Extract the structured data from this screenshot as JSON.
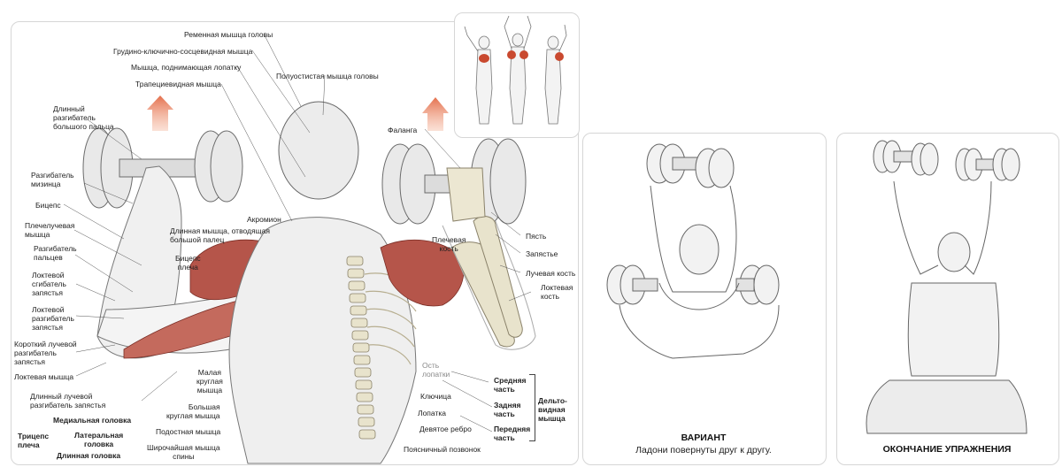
{
  "labels": {
    "remennaya": "Ременная мышца головы",
    "grudino": "Грудино-ключично-сосцевидная мышца",
    "lopatka_podn": "Мышца, поднимающая лопатку",
    "trapec": "Трапециевидная мышца",
    "polu": "Полуостистая мышца головы",
    "dlin_razg1": "Длинный",
    "dlin_razg2": "разгибатель",
    "dlin_razg3": "большого пальца",
    "razg_miz1": "Разгибатель",
    "razg_miz2": "мизинца",
    "biceps": "Бицепс",
    "plecheluch1": "Плечелучевая",
    "plecheluch2": "мышца",
    "razg_palc1": "Разгибатель",
    "razg_palc2": "пальцев",
    "lokt_sgib1": "Локтевой",
    "lokt_sgib2": "сгибатель",
    "lokt_sgib3": "запястья",
    "lokt_razg1": "Локтевой",
    "lokt_razg2": "разгибатель",
    "lokt_razg3": "запястья",
    "korot1": "Короткий лучевой",
    "korot2": "разгибатель",
    "korot3": "запястья",
    "loktevaya_m": "Локтевая мышца",
    "dlin_luch1": "Длинный лучевой",
    "dlin_luch2": "разгибатель запястья",
    "med_gol": "Медиальная головка",
    "lat_gol1": "Латеральная",
    "lat_gol2": "головка",
    "dlin_gol": "Длинная головка",
    "triceps1": "Трицепс",
    "triceps2": "плеча",
    "dlin_otv1": "Длинная мышца, отводящая",
    "dlin_otv2": "большой палец",
    "biceps_pl1": "Бицепс",
    "biceps_pl2": "плеча",
    "akromion": "Акромион",
    "malaya1": "Малая",
    "malaya2": "круглая",
    "malaya3": "мышца",
    "bolsh1": "Большая",
    "bolsh2": "круглая мышца",
    "podost": "Подостная мышца",
    "shirok1": "Широчайшая мышца",
    "shirok2": "спины",
    "falanga": "Фаланга",
    "plech_kost1": "Плечевая",
    "plech_kost2": "кость",
    "pyast": "Пясть",
    "zapyast": "Запястье",
    "luch_kost": "Лучевая кость",
    "lokt_kost1": "Локтевая",
    "lokt_kost2": "кость",
    "os_lop1": "Ость",
    "os_lop2": "лопатки",
    "klyuch": "Ключица",
    "lopatka": "Лопатка",
    "devyat": "Девятое ребро",
    "poyasn": "Поясничный позвонок",
    "sred1": "Средняя",
    "sred2": "часть",
    "zad1": "Задняя",
    "zad2": "часть",
    "per1": "Передняя",
    "per2": "часть",
    "delt1": "Дельто-",
    "delt2": "видная",
    "delt3": "мышца"
  },
  "variant": {
    "title": "ВАРИАНТ",
    "subtitle": "Ладони повернуты друг к другу."
  },
  "finish": {
    "title": "ОКОНЧАНИЕ УПРАЖНЕНИЯ"
  },
  "colors": {
    "muscle_red": "#b5554a",
    "arrow": "#e47b5a",
    "bone": "#e8e3cc"
  }
}
